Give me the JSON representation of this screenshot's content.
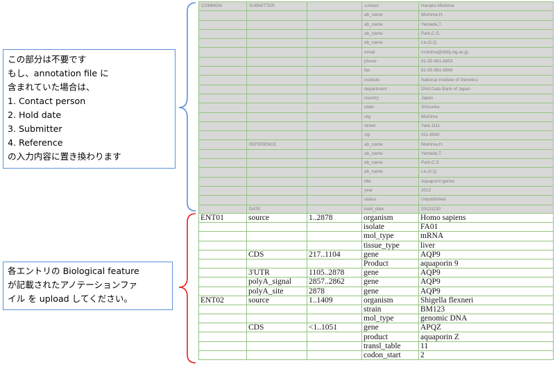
{
  "colors": {
    "common_fill": "#d8d8d8",
    "grid_border": "#92c47d",
    "blue_brace": "#5b8ed6",
    "red_brace": "#e02020"
  },
  "callouts": {
    "upper": {
      "lines": [
        "この部分は不要です",
        "もし、annotation file に",
        "含まれていた場合は、",
        "1. Contact person",
        "2. Hold date",
        "3. Submitter",
        "4. Reference",
        "の入力内容に置き換わります"
      ]
    },
    "lower": {
      "lines": [
        "各エントリの Biological feature",
        "が記載されたアノテーションファ",
        "イル を upload してください。"
      ]
    }
  },
  "common_table": {
    "rows": [
      [
        "COMMON",
        "SUBMITTER",
        "",
        "contact",
        "Hanako Mishima"
      ],
      [
        "",
        "",
        "",
        "ab_name",
        "Mishima,H."
      ],
      [
        "",
        "",
        "",
        "ab_name",
        "Yamada,T."
      ],
      [
        "",
        "",
        "",
        "ab_name",
        "Park,C.S."
      ],
      [
        "",
        "",
        "",
        "ab_name",
        "Liu,G.Q."
      ],
      [
        "",
        "",
        "",
        "email",
        "mishima@ddbj.nig.ac.jp"
      ],
      [
        "",
        "",
        "",
        "phone",
        "81-55-981-6853"
      ],
      [
        "",
        "",
        "",
        "fax",
        "81-55-981-6849"
      ],
      [
        "",
        "",
        "",
        "institute",
        "National Institute of Genetics"
      ],
      [
        "",
        "",
        "",
        "department",
        "DNA Data Bank of Japan"
      ],
      [
        "",
        "",
        "",
        "country",
        "Japan"
      ],
      [
        "",
        "",
        "",
        "state",
        "Shizuoka"
      ],
      [
        "",
        "",
        "",
        "city",
        "Mishima"
      ],
      [
        "",
        "",
        "",
        "street",
        "Yata 1111"
      ],
      [
        "",
        "",
        "",
        "zip",
        "411-8540"
      ],
      [
        "",
        "REFERENCE",
        "",
        "ab_name",
        "Mishima,H."
      ],
      [
        "",
        "",
        "",
        "ab_name",
        "Yamada,T."
      ],
      [
        "",
        "",
        "",
        "ab_name",
        "Park,C.S."
      ],
      [
        "",
        "",
        "",
        "ab_name",
        "Liu,G.Q."
      ],
      [
        "",
        "",
        "",
        "title",
        "Aquaporin genes"
      ],
      [
        "",
        "",
        "",
        "year",
        "2012"
      ],
      [
        "",
        "",
        "",
        "status",
        "Unpublished"
      ],
      [
        "",
        "DATE",
        "",
        "hold_date",
        "20131130"
      ]
    ]
  },
  "entries_table": {
    "rows": [
      [
        "ENT01",
        "source",
        "1..2878",
        "organism",
        "Homo sapiens"
      ],
      [
        "",
        "",
        "",
        "isolate",
        "FA01"
      ],
      [
        "",
        "",
        "",
        "mol_type",
        "mRNA"
      ],
      [
        "",
        "",
        "",
        "tissue_type",
        "liver"
      ],
      [
        "",
        "CDS",
        "217..1104",
        "gene",
        "AQP9"
      ],
      [
        "",
        "",
        "",
        "Product",
        "aquaporin 9"
      ],
      [
        "",
        "3'UTR",
        "1105..2878",
        "gene",
        "AQP9"
      ],
      [
        "",
        "polyA_signal",
        "2857..2862",
        "gene",
        "AQP9"
      ],
      [
        "",
        "polyA_site",
        "2878",
        "gene",
        "AQP9"
      ],
      [
        "ENT02",
        "source",
        "1..1409",
        "organism",
        "Shigella flexneri"
      ],
      [
        "",
        "",
        "",
        "strain",
        "BM123"
      ],
      [
        "",
        "",
        "",
        "mol_type",
        "genomic DNA"
      ],
      [
        "",
        "CDS",
        "<1..1051",
        "gene",
        "APQZ"
      ],
      [
        "",
        "",
        "",
        "product",
        "aquaporin Z"
      ],
      [
        "",
        "",
        "",
        "transl_table",
        "11"
      ],
      [
        "",
        "",
        "",
        "codon_start",
        "2"
      ]
    ]
  }
}
